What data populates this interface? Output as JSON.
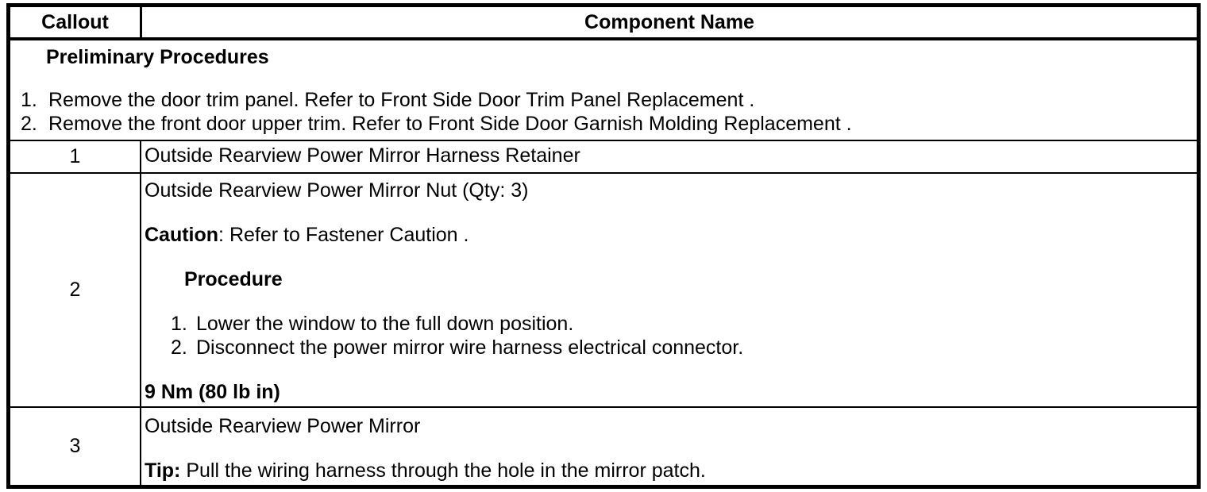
{
  "table": {
    "header": {
      "callout": "Callout",
      "component": "Component Name"
    },
    "preliminary": {
      "title": "Preliminary Procedures",
      "steps": [
        {
          "num": "1.",
          "text": "Remove the door trim panel. Refer to Front Side Door Trim Panel Replacement ."
        },
        {
          "num": "2.",
          "text": "Remove the front door upper trim. Refer to Front Side Door Garnish Molding Replacement ."
        }
      ]
    },
    "rows": [
      {
        "callout": "1",
        "component": "Outside Rearview Power Mirror Harness Retainer"
      },
      {
        "callout": "2",
        "component": "Outside Rearview Power Mirror Nut (Qty: 3)",
        "caution_label": "Caution",
        "caution_text": ": Refer to Fastener Caution .",
        "procedure_title": "Procedure",
        "procedure_steps": [
          {
            "num": "1.",
            "text": "Lower the window to the full down position."
          },
          {
            "num": "2.",
            "text": "Disconnect the power mirror wire harness electrical connector."
          }
        ],
        "torque": "9 Nm (80 lb in)"
      },
      {
        "callout": "3",
        "component": "Outside Rearview Power Mirror",
        "tip_label": "Tip:",
        "tip_text": " Pull the wiring harness through the hole in the mirror patch."
      }
    ],
    "colors": {
      "border": "#000000",
      "text": "#000000",
      "background": "#ffffff"
    }
  }
}
